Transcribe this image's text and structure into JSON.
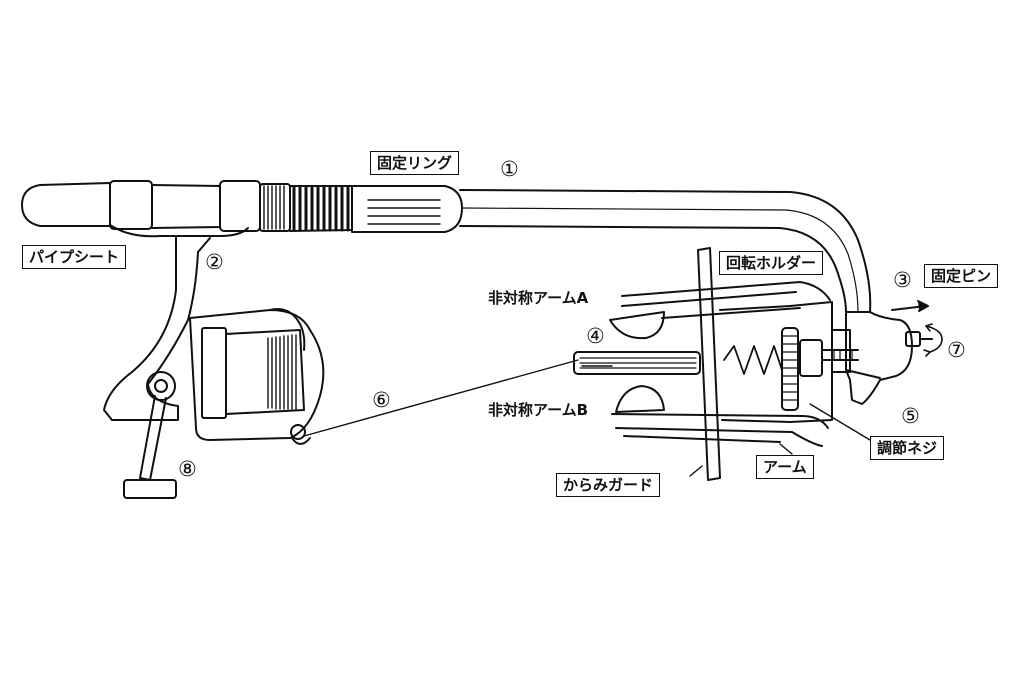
{
  "labels": {
    "fixing_ring": "固定リング",
    "pipe_seat": "パイプシート",
    "rotary_holder": "回転ホルダー",
    "fixing_pin": "固定ピン",
    "asym_arm_a": "非対称アームA",
    "asym_arm_b": "非対称アームB",
    "adjust_screw": "調節ネジ",
    "arm": "アーム",
    "karami_guard": "からみガード"
  },
  "numbers": {
    "n1": "①",
    "n2": "②",
    "n3": "③",
    "n4": "④",
    "n5": "⑤",
    "n6": "⑥",
    "n7": "⑦",
    "n8": "⑧"
  },
  "colors": {
    "ink": "#111111",
    "background": "#ffffff"
  }
}
